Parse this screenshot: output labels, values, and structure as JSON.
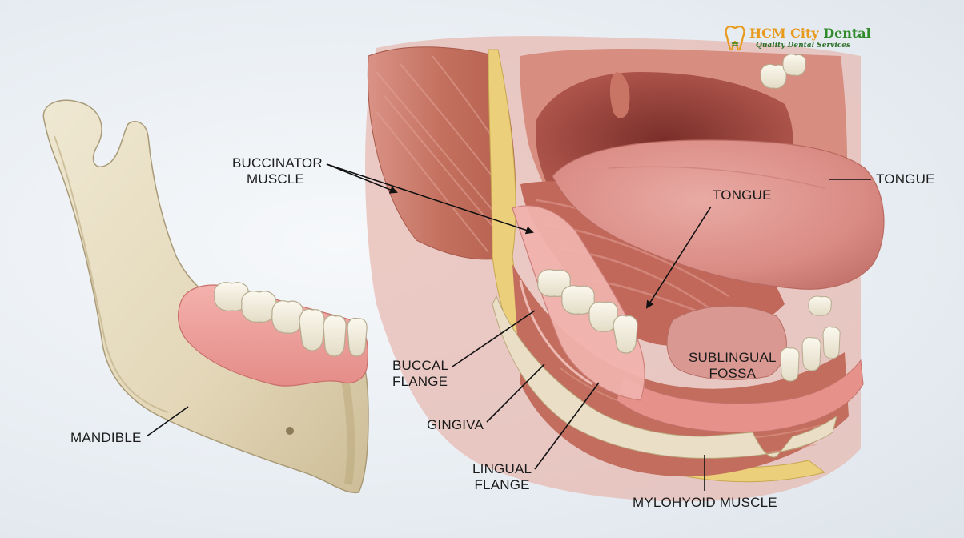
{
  "logo": {
    "brand_part1": "HCM City",
    "brand_part2": "Dental",
    "tagline": "Quality Dental Services",
    "icon": "tooth-icon",
    "colors": {
      "orange": "#e89a1c",
      "green": "#2f8a2a"
    }
  },
  "labels": {
    "buccinator_line1": "BUCCINATOR",
    "buccinator_line2": "MUSCLE",
    "tongue_right": "TONGUE",
    "tongue_center": "TONGUE",
    "sublingual_line1": "SUBLINGUAL",
    "sublingual_line2": "FOSSA",
    "buccal_line1": "BUCCAL",
    "buccal_line2": "FLANGE",
    "gingiva": "GINGIVA",
    "lingual_line1": "LINGUAL",
    "lingual_line2": "FLANGE",
    "mylohyoid": "MYLOHYOID MUSCLE",
    "mandible": "MANDIBLE"
  },
  "colors": {
    "bone": "#e6dcc1",
    "muscle": "#c9786c",
    "gum": "#ee9f9c",
    "tongue": "#dc9690",
    "fat": "#eccf7a"
  }
}
